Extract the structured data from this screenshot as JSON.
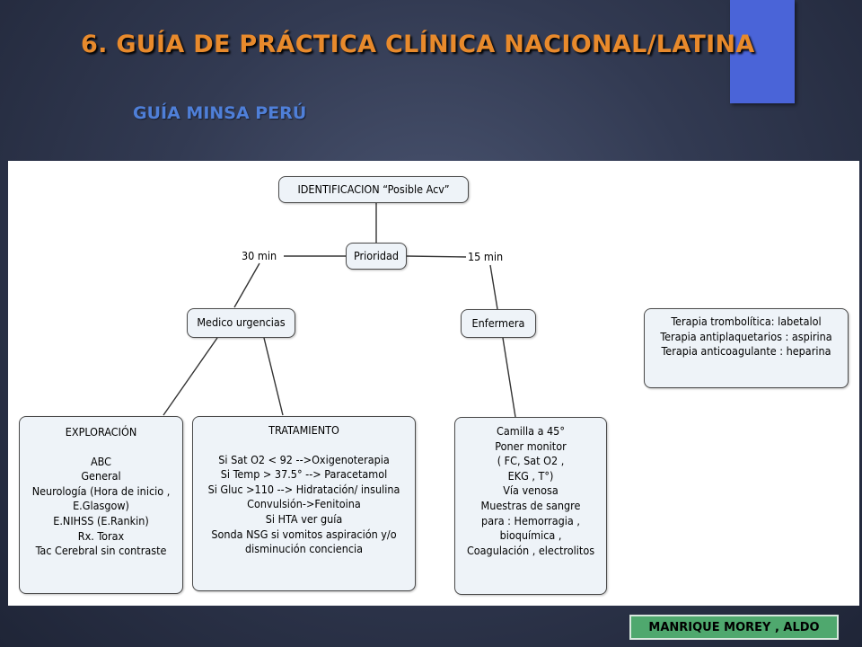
{
  "slide": {
    "title": "6. GUÍA DE PRÁCTICA CLÍNICA NACIONAL/LATINA",
    "subtitle": "GUÍA MINSA PERÚ",
    "author": "MANRIQUE MOREY , ALDO",
    "colors": {
      "title": "#e88a2c",
      "subtitle": "#4f7fd8",
      "accent_bar": "#4a64d8",
      "author_box": "#4fa86e",
      "node_fill": "#eef3f8"
    }
  },
  "diagram": {
    "nodes": {
      "identificacion": "IDENTIFICACION “Posible  Acv”",
      "prioridad": "Prioridad",
      "medico": "Medico urgencias",
      "enfermera": "Enfermera",
      "terapia": [
        "Terapia trombolítica: labetalol",
        "Terapia antiplaquetarios : aspirina",
        "Terapia anticoagulante : heparina"
      ],
      "exploracion": {
        "heading": "EXPLORACIÓN",
        "lines": [
          "ABC",
          "General",
          "Neurología (Hora de inicio ,",
          "E.Glasgow)",
          "E.NIHSS (E.Rankin)",
          "Rx. Torax",
          "Tac Cerebral sin contraste"
        ]
      },
      "tratamiento": {
        "heading": "TRATAMIENTO",
        "lines": [
          "Si Sat O2 < 92 -->Oxigenoterapia",
          "Si Temp > 37.5° --> Paracetamol",
          "Si Gluc >110 --> Hidratación/ insulina",
          "Convulsión->Fenitoina",
          "Si HTA  ver guía",
          "Sonda NSG si vomitos aspiración y/o",
          "disminución conciencia"
        ]
      },
      "enfermeria": {
        "lines": [
          "Camilla a 45°",
          "Poner monitor",
          "( FC, Sat O2 ,",
          "EKG , T°)",
          "Vía venosa",
          "Muestras de sangre",
          "para : Hemorragia ,",
          "bioquímica ,",
          "Coagulación , electrolitos"
        ]
      }
    },
    "link_labels": {
      "left": "30 min",
      "right": "15 min"
    }
  }
}
